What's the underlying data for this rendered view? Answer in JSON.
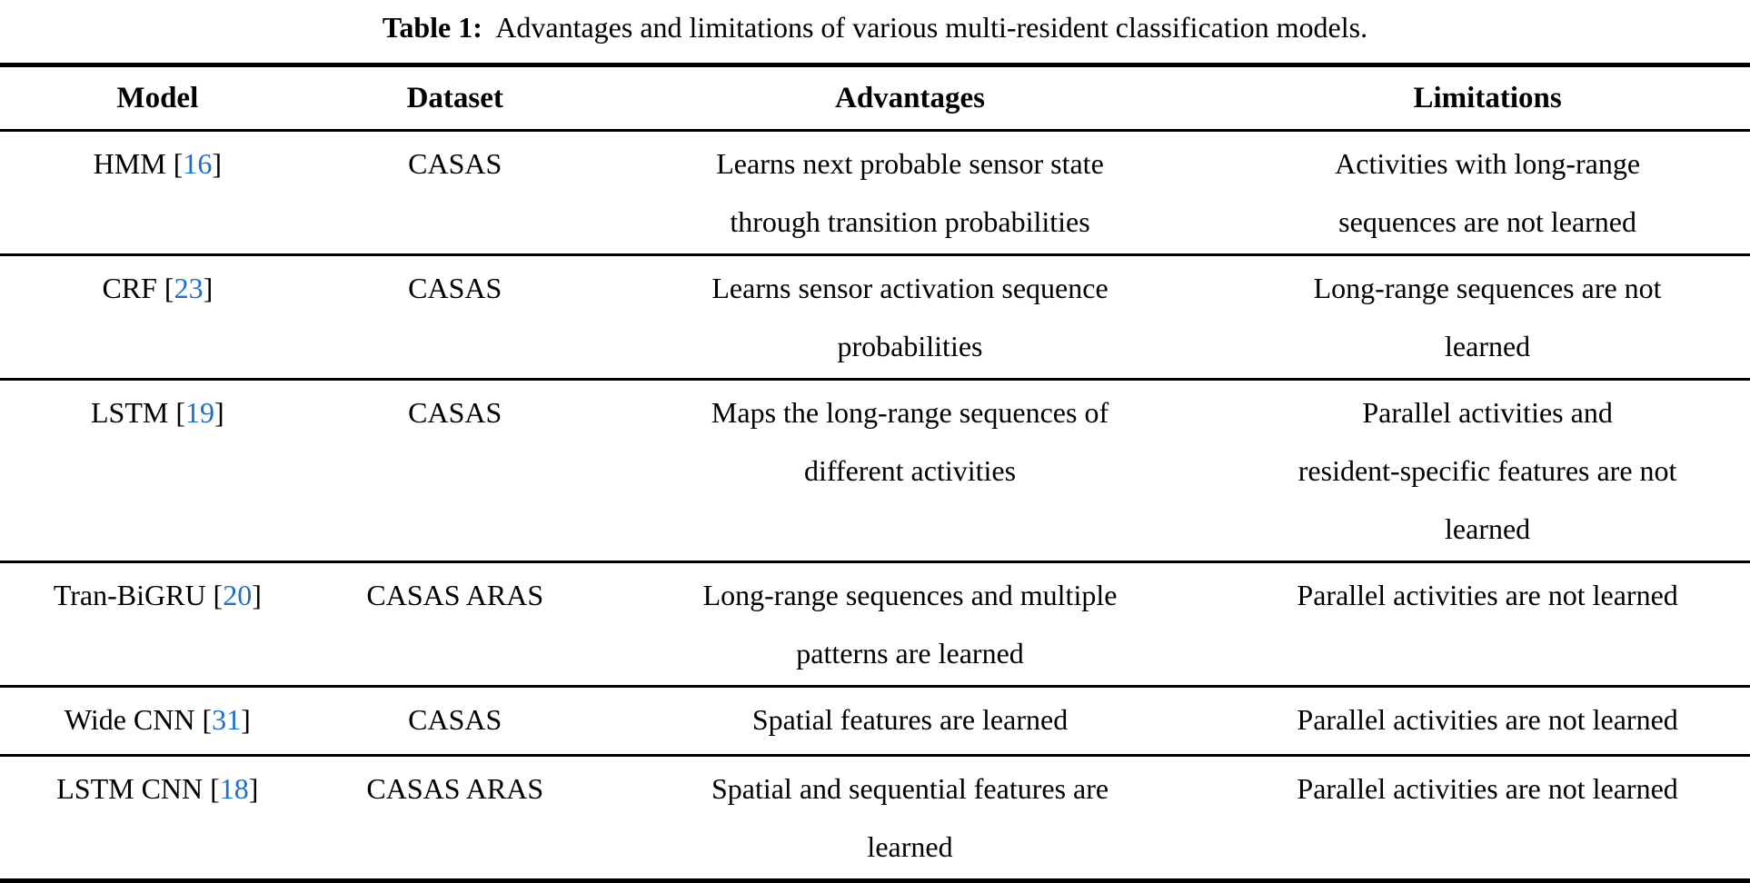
{
  "caption": {
    "label": "Table 1:",
    "text": "Advantages and limitations of various multi-resident classification models."
  },
  "table": {
    "cite_open": "[",
    "cite_close": "]",
    "headers": {
      "model": "Model",
      "dataset": "Dataset",
      "advantages": "Advantages",
      "limitations": "Limitations"
    },
    "rows": [
      {
        "model": "HMM",
        "cite": "16",
        "dataset": "CASAS",
        "advantages": "Learns next probable sensor state\nthrough transition probabilities",
        "limitations": "Activities with long-range\nsequences are not learned"
      },
      {
        "model": "CRF",
        "cite": "23",
        "dataset": "CASAS",
        "advantages": "Learns sensor activation sequence\nprobabilities",
        "limitations": "Long-range sequences are not\nlearned"
      },
      {
        "model": "LSTM",
        "cite": "19",
        "dataset": "CASAS",
        "advantages": "Maps the long-range sequences of\ndifferent activities",
        "limitations": "Parallel activities and\nresident-specific features are not\nlearned"
      },
      {
        "model": "Tran-BiGRU",
        "cite": "20",
        "dataset": "CASAS ARAS",
        "advantages": "Long-range sequences and multiple\npatterns are learned",
        "limitations": "Parallel activities are not learned"
      },
      {
        "model": "Wide CNN",
        "cite": "31",
        "dataset": "CASAS",
        "advantages": "Spatial features are learned",
        "limitations": "Parallel activities are not learned"
      },
      {
        "model": "LSTM CNN",
        "cite": "18",
        "dataset": "CASAS ARAS",
        "advantages": "Spatial and sequential features are\nlearned",
        "limitations": "Parallel activities are not learned"
      }
    ]
  },
  "colors": {
    "citation_link": "#1C6FCE",
    "text": "#000000",
    "background": "#FFFFFF",
    "rule": "#000000"
  }
}
